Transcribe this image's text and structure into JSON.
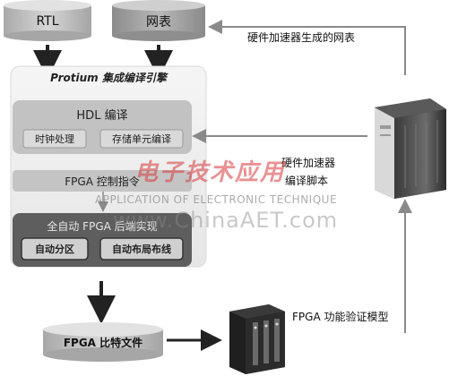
{
  "rtl_label": "RTL",
  "netlist_label": "网表",
  "engine_title": "Protium 集成编译引擎",
  "hdl_compile": {
    "title": "HDL 编译",
    "items": [
      "时钟处理",
      "存储单元编译"
    ]
  },
  "fpga_control": "FPGA 控制指令",
  "backend": {
    "title": "全自动 FPGA 后端实现",
    "items": [
      "自动分区",
      "自动布局布线"
    ]
  },
  "bitfile_label": "FPGA 比特文件",
  "hw_netlist_label": "硬件加速器生成的网表",
  "hw_script_label": [
    "硬件加速器",
    "编译脚本"
  ],
  "verify_model_label": "FPGA 功能验证模型",
  "watermark": {
    "cn": "电子技术应用",
    "en": "APPLICATION OF ELECTRONIC TECHNIQUE",
    "url": "www.ChinaAET.com"
  },
  "colors": {
    "cylinder": "#c9c9c9",
    "inner_panel": "#b5b5b5",
    "dark_panel": "#595959",
    "watermark_red": "#d9393b"
  }
}
